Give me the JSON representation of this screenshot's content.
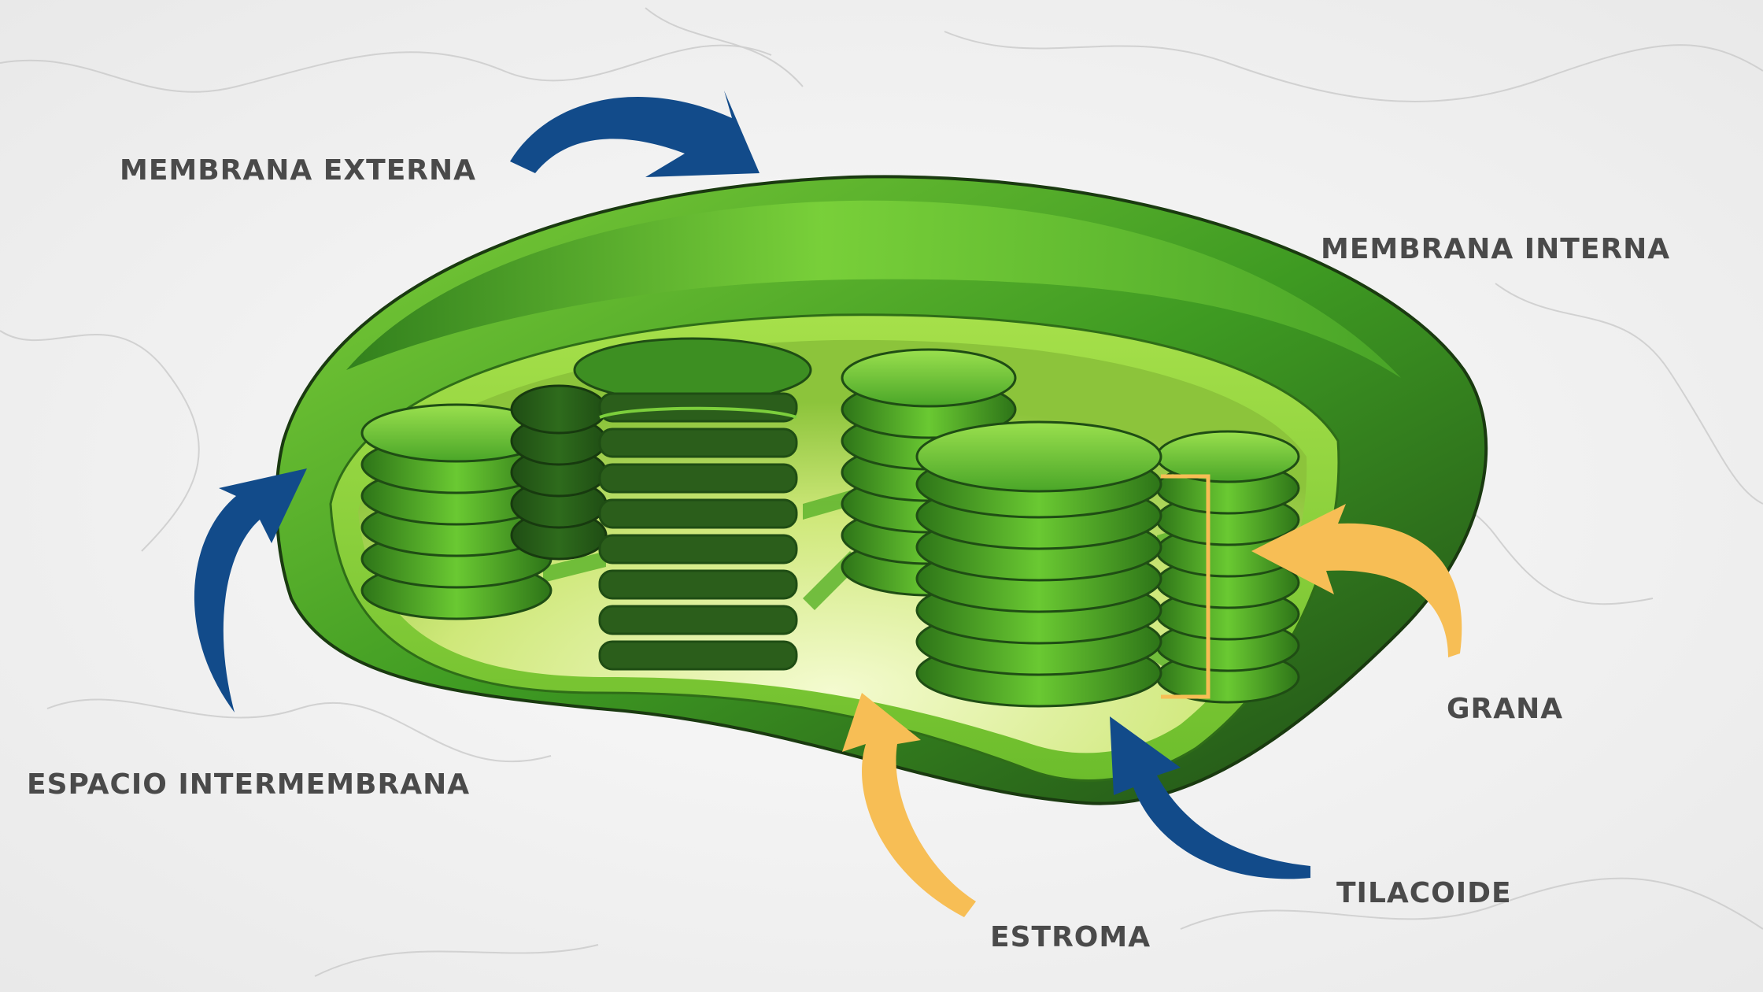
{
  "labels": {
    "membrana_externa": "MEMBRANA EXTERNA",
    "membrana_interna": "MEMBRANA INTERNA",
    "espacio_intermembrana": "ESPACIO INTERMEMBRANA",
    "grana": "GRANA",
    "tilacoide": "TILACOIDE",
    "estroma": "ESTROMA"
  },
  "colors": {
    "label_text": "#4a4a4a",
    "arrow_blue": "#124b8a",
    "arrow_yellow": "#f7be55",
    "outer_membrane": "#3f9c24",
    "inner_membrane": "#8fd13d",
    "stroma": "#d7ec8a",
    "thylakoid": "#55b22c",
    "marble": "#f3f3f3"
  }
}
